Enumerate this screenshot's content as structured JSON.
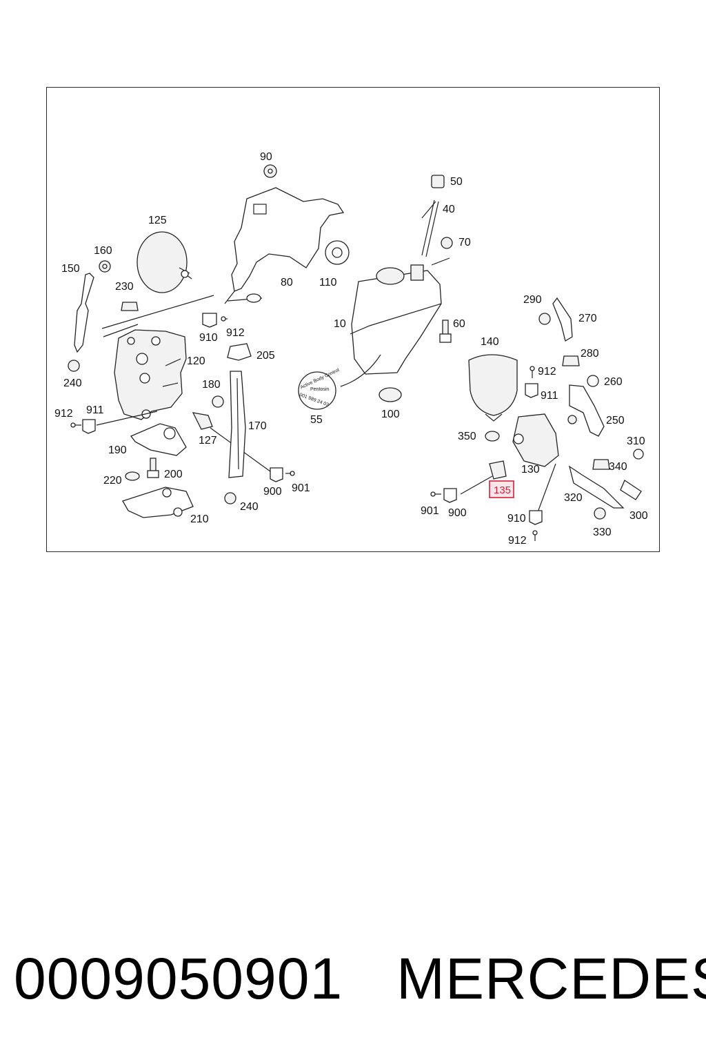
{
  "callouts": [
    "90",
    "50",
    "40",
    "70",
    "125",
    "160",
    "150",
    "80",
    "110",
    "230",
    "290",
    "270",
    "10",
    "60",
    "910",
    "912",
    "140",
    "280",
    "120",
    "205",
    "912",
    "260",
    "240",
    "180",
    "911",
    "912",
    "911",
    "55",
    "100",
    "170",
    "250",
    "350",
    "310",
    "127",
    "190",
    "130",
    "340",
    "200",
    "220",
    "900",
    "901",
    "135",
    "320",
    "300",
    "240",
    "901",
    "900",
    "910",
    "210",
    "330",
    "912"
  ],
  "badge": {
    "line1": "Active Body Control",
    "line2": "Pentosin",
    "line3": "001 989 24 03"
  },
  "highlight": {
    "label": "135",
    "color": "#d61f3a"
  },
  "footer": {
    "part_number": "0009050901",
    "brand": "MERCEDES"
  }
}
